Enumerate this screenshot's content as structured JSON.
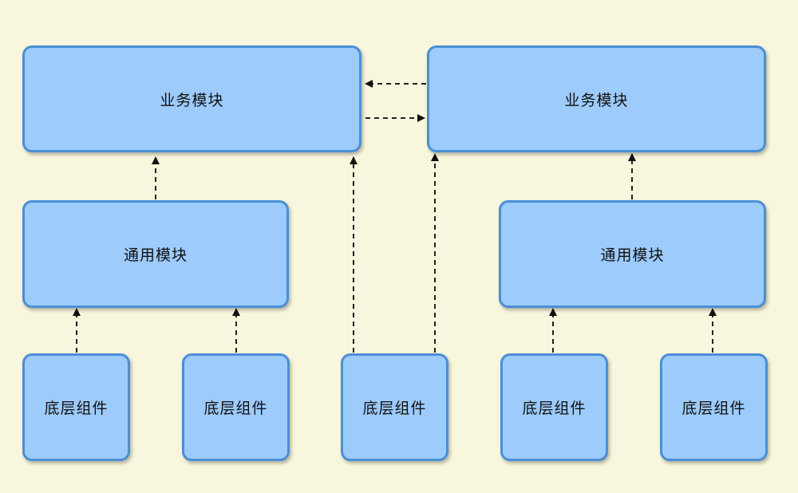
{
  "diagram": {
    "business_left": "业务模块",
    "business_right": "业务模块",
    "common_left": "通用模块",
    "common_right": "通用模块",
    "base_1": "底层组件",
    "base_2": "底层组件",
    "base_3": "底层组件",
    "base_4": "底层组件",
    "base_5": "底层组件"
  },
  "colors": {
    "background": "#f8f6dc",
    "box_fill": "#9dcbfb",
    "box_border": "#4a8fd6",
    "arrow": "#222222"
  }
}
